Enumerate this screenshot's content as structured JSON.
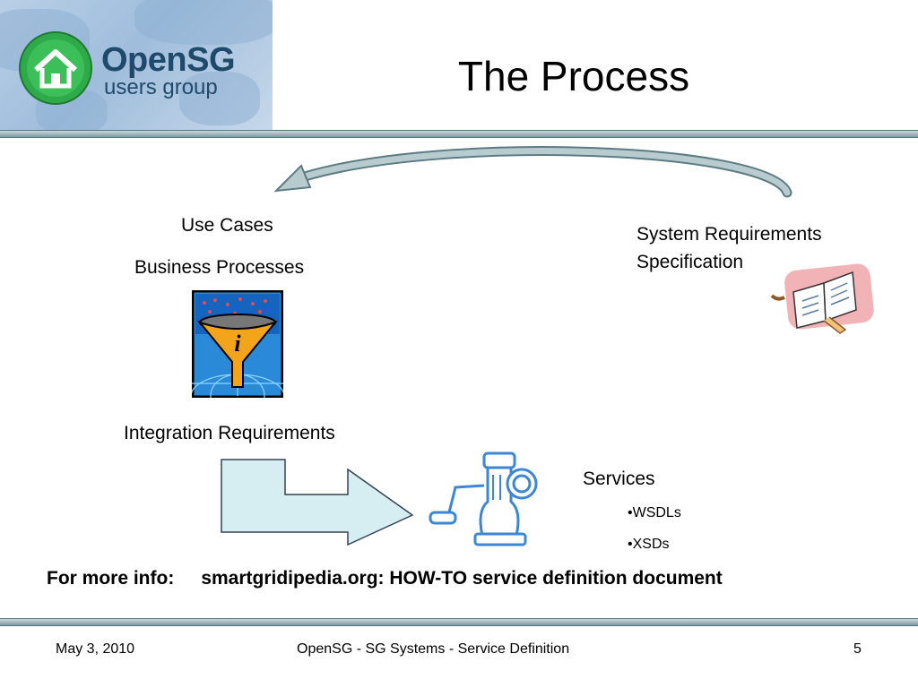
{
  "header": {
    "logo": {
      "name": "OpenSG",
      "tagline": "users group"
    },
    "title": "The Process"
  },
  "diagram": {
    "use_cases": "Use Cases",
    "business_processes": "Business Processes",
    "system_requirements_line1": "System Requirements",
    "system_requirements_line2": "Specification",
    "integration_requirements": "Integration Requirements",
    "services": "Services",
    "service_items": [
      "•WSDLs",
      "•XSDs"
    ]
  },
  "info": {
    "label": "For more info:",
    "text": "smartgridipedia.org: HOW-TO service definition document"
  },
  "footer": {
    "date": "May 3, 2010",
    "center": "OpenSG - SG Systems - Service Definition",
    "page": "5"
  },
  "colors": {
    "accent_teal": "#7c9aa1",
    "arrow_fill": "#d6eef1",
    "logo_green": "#2eaa4a",
    "logo_text": "#1f4a6b",
    "grinder_blue": "#3b87d6"
  }
}
